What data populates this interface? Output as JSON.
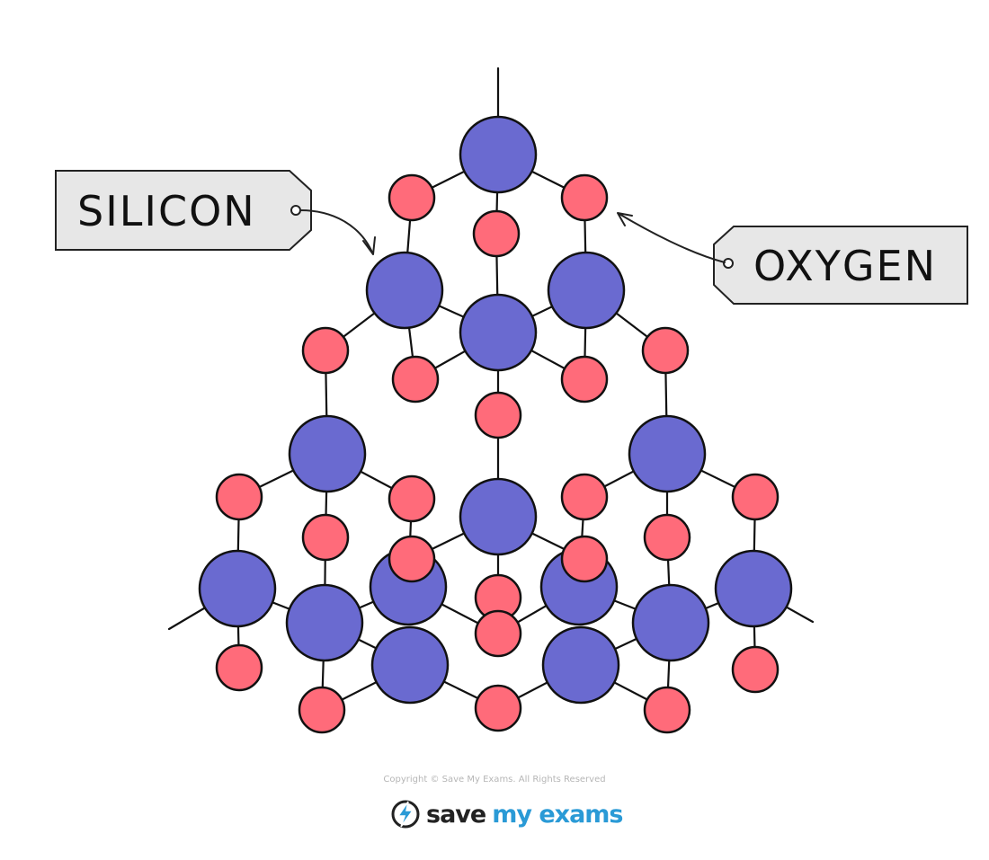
{
  "labels": {
    "silicon": "SILICON",
    "oxygen": "OXYGEN"
  },
  "footer": {
    "copyright": "Copyright © Save My Exams. All Rights Reserved",
    "brand_word_1": "save",
    "brand_word_2": "my exams",
    "logo_icon": "lightning-bolt-icon"
  },
  "colors": {
    "silicon_atom": "#6a6ad0",
    "oxygen_atom": "#ff6b7a",
    "bond": "#111111",
    "label_tag": "#e7e7e7",
    "brand_accent": "#2a9ad6"
  }
}
